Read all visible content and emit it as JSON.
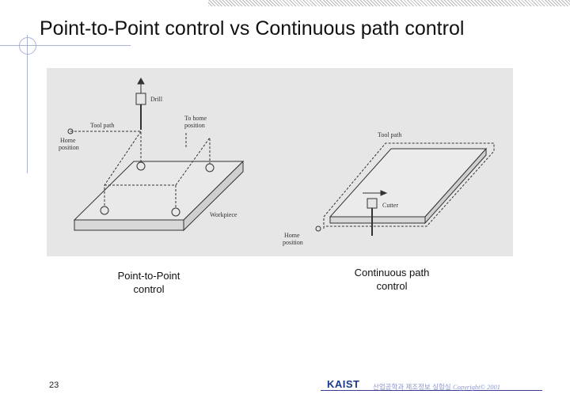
{
  "slide": {
    "title": "Point-to-Point control vs Continuous path control",
    "page_number": "23"
  },
  "figure": {
    "left_labels": {
      "drill": "Drill",
      "tool_path": "Tool path",
      "home_position_1": "Home",
      "home_position_2": "position",
      "to_home_1": "To home",
      "to_home_2": "position",
      "workpiece": "Workpiece"
    },
    "right_labels": {
      "tool_path": "Tool path",
      "cutter": "Cutter",
      "home_position_1": "Home",
      "home_position_2": "position"
    }
  },
  "captions": {
    "left_line1": "Point-to-Point",
    "left_line2": "control",
    "right_line1": "Continuous path",
    "right_line2": "control"
  },
  "footer": {
    "logo": "KAIST",
    "dept": "산업공학과 제조정보 실험실",
    "copyright": "Copyright© 2001"
  }
}
